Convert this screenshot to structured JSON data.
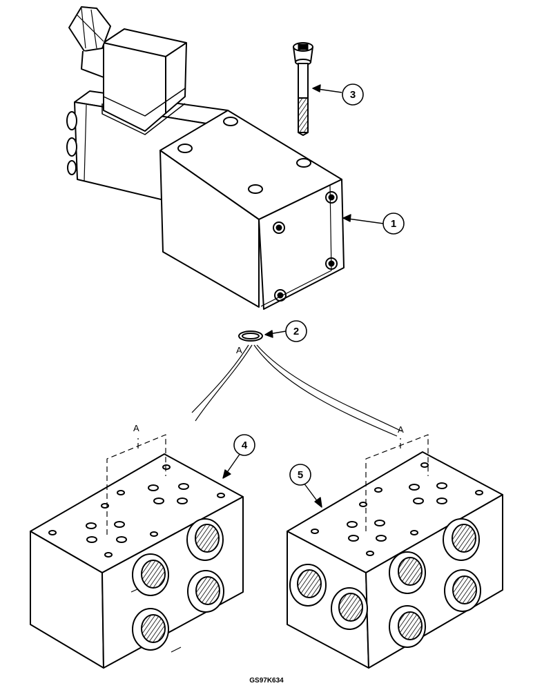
{
  "diagram": {
    "callouts": [
      "1",
      "2",
      "3",
      "4",
      "5"
    ],
    "section_marks": [
      "A",
      "A",
      "A"
    ],
    "figure_code": "GS97K634"
  },
  "colors": {
    "ink": "#000000",
    "paper": "#ffffff"
  }
}
